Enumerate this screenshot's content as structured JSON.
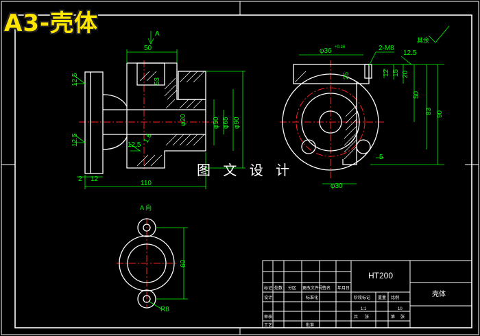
{
  "title": "A3-壳体",
  "watermark": "图 文 设 计",
  "colors": {
    "background": "#000000",
    "outline": "#ffffff",
    "dimension": "#00ff00",
    "centerline": "#ff2020",
    "hatch": "#ffffff",
    "title_text": "#ffe600"
  },
  "front_view": {
    "view_arrow_label": "A",
    "dims": {
      "top_width": "50",
      "overall_length": "110",
      "flange_thk": "12",
      "gap": "2",
      "bore": "φ20",
      "d_mid": "φ65",
      "d_out": "φ90",
      "d_left": "φ50",
      "chamfer": "1.6",
      "rough_top": "12.5",
      "rough_bottom": "12.5",
      "rough_inner": "12.5",
      "sym_left": "53"
    }
  },
  "side_view": {
    "dims": {
      "thread": "2-M8",
      "pcd": "φ36",
      "pcd_tol": "+0.16",
      "rough": "12.5",
      "d15": "15",
      "d12": "12",
      "d20": "20",
      "d50": "50",
      "d83": "83",
      "d90": "90",
      "d25": "25",
      "d5": "5",
      "bottom_hole": "φ30",
      "remark": "其余"
    }
  },
  "a_view": {
    "label": "A 向",
    "dim_height": "60",
    "radius": "R8"
  },
  "title_block": {
    "material": "HT200",
    "drawing_name": "壳体",
    "scale_value": "1:1",
    "sheet": "10",
    "cells_row1": [
      "标记",
      "处数",
      "分区",
      "更改文件号",
      "签名",
      "年月日"
    ],
    "cells_row2": [
      "设计",
      "",
      "",
      "标准化",
      "",
      ""
    ],
    "cells_row3": [
      "审核",
      "",
      "",
      "",
      "",
      ""
    ],
    "cells_row4": [
      "工艺",
      "",
      "",
      "批准",
      "",
      ""
    ],
    "right_cells": [
      "阶段标记",
      "重量",
      "比例",
      "共",
      "张",
      "第",
      "张"
    ]
  }
}
